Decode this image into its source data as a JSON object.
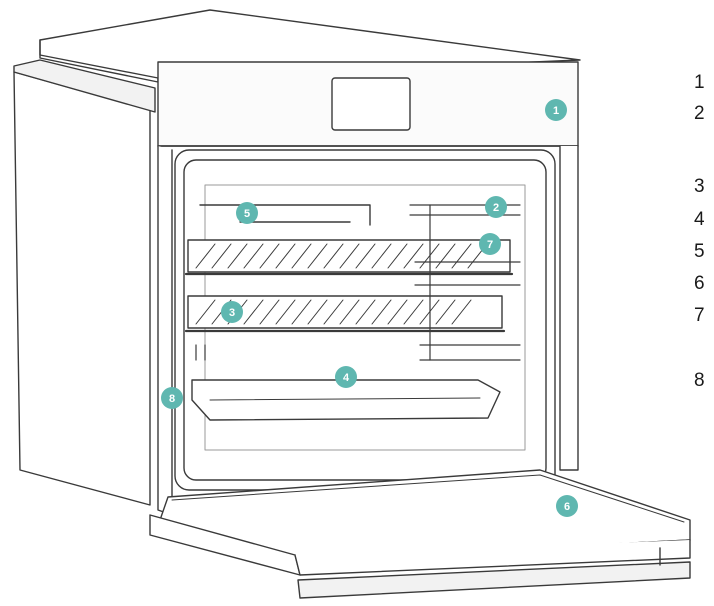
{
  "callouts": [
    {
      "id": "1",
      "color": "#5fb7b0"
    },
    {
      "id": "2",
      "color": "#5fb7b0"
    },
    {
      "id": "3",
      "color": "#5fb7b0"
    },
    {
      "id": "4",
      "color": "#5fb7b0"
    },
    {
      "id": "5",
      "color": "#5fb7b0"
    },
    {
      "id": "6",
      "color": "#5fb7b0"
    },
    {
      "id": "7",
      "color": "#5fb7b0"
    },
    {
      "id": "8",
      "color": "#5fb7b0"
    }
  ],
  "legend": [
    "1",
    "2",
    "3",
    "4",
    "5",
    "6",
    "7",
    "8"
  ],
  "colors": {
    "line": "#3a3a3a",
    "accent": "#5fb7b0",
    "shade": "#e8e8e8"
  }
}
